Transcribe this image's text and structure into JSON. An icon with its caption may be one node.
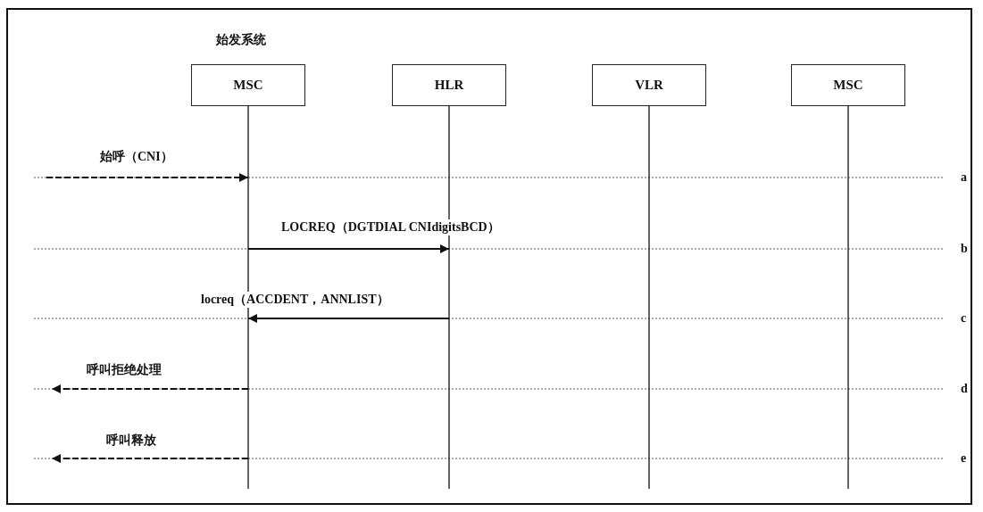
{
  "diagram": {
    "nodes": [
      {
        "text": [
          "MSC"
        ],
        "beside": [
          "始发系统"
        ]
      },
      {
        "text": [
          "HLR"
        ]
      },
      {
        "text": [
          "VLR"
        ]
      },
      {
        "text": [
          "MSC"
        ]
      }
    ],
    "edges": [
      {
        "from": null,
        "to": 0,
        "arrow": "to",
        "label": "始呼（CNI）",
        "style": "dashed"
      },
      {
        "from": 0,
        "to": 1,
        "arrow": "to",
        "label": "LOCREQ（DGTDIAL CNIdigitsBCD）"
      },
      {
        "from": 1,
        "to": 0,
        "arrow": "to",
        "label": "locreq（ACCDENT，ANNLIST）"
      },
      {
        "from": 0,
        "to": null,
        "arrow": "to",
        "label": "呼叫拒绝处理",
        "style": "dashed"
      },
      {
        "from": 0,
        "to": null,
        "arrow": "to",
        "label": "呼叫释放",
        "style": "dashed"
      }
    ],
    "labels": [
      "a",
      "b",
      "c",
      "d",
      "e"
    ]
  }
}
